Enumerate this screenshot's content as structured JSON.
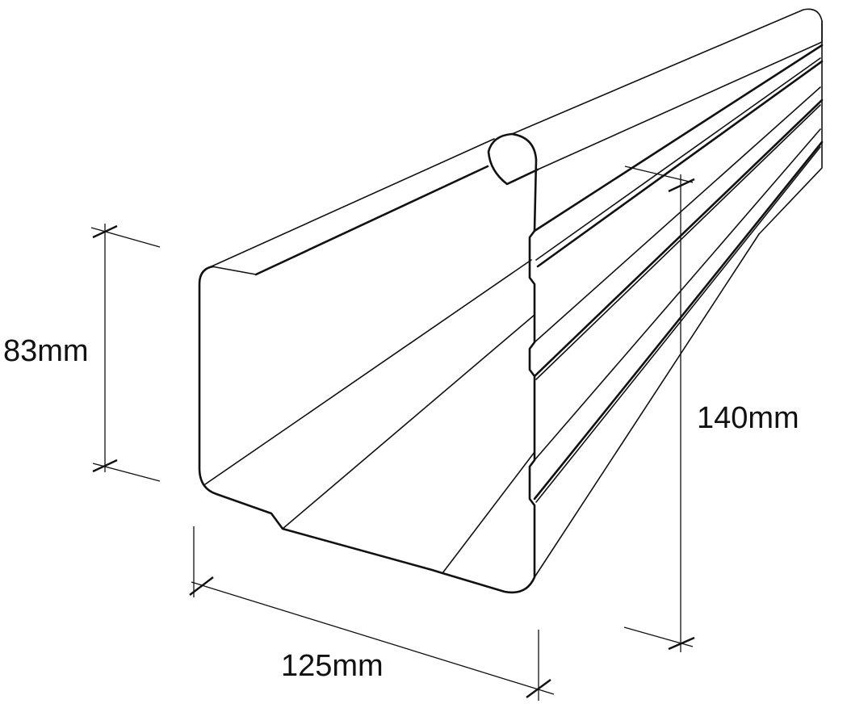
{
  "diagram": {
    "subject": "Box gutter profile (isometric line drawing)",
    "line_color": "#111111",
    "background": "#ffffff"
  },
  "dimensions": {
    "height_front": {
      "label": "83mm",
      "value": 83,
      "unit": "mm"
    },
    "height_back": {
      "label": "140mm",
      "value": 140,
      "unit": "mm"
    },
    "width": {
      "label": "125mm",
      "value": 125,
      "unit": "mm"
    }
  }
}
